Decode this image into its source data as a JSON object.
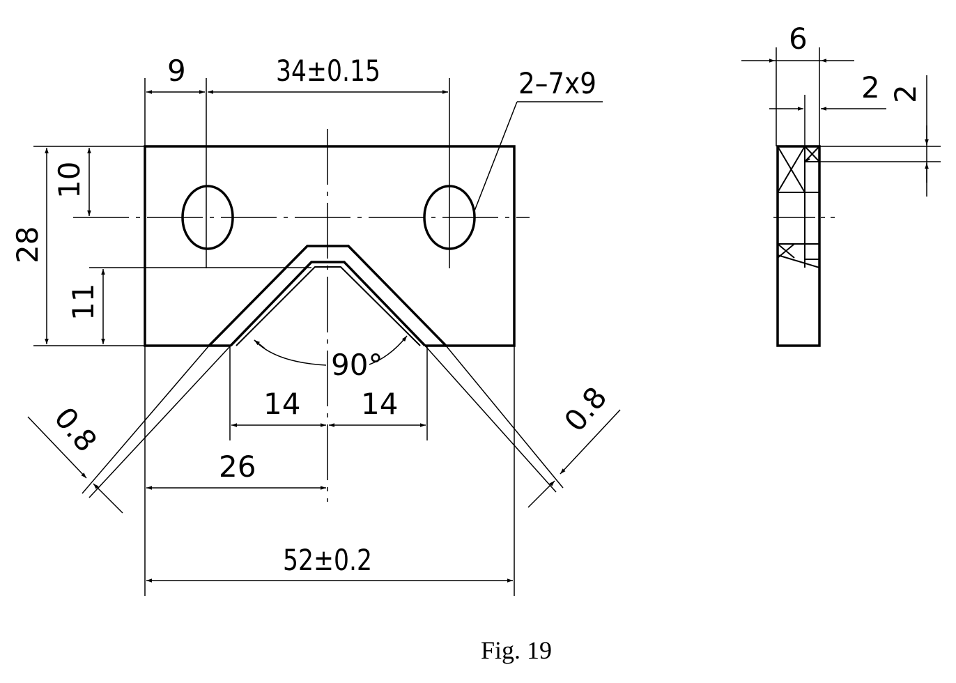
{
  "caption": "Fig. 19",
  "dimensions": {
    "d9": "9",
    "d34": "34±0.15",
    "holes": "2–7x9",
    "d10": "10",
    "d28": "28",
    "d11": "11",
    "angle": "90°",
    "d14_left": "14",
    "d14_right": "14",
    "d26": "26",
    "d08_left": "0.8",
    "d08_right": "0.8",
    "d52": "52±0.2",
    "side_6": "6",
    "side_2a": "2",
    "side_2b": "2"
  }
}
